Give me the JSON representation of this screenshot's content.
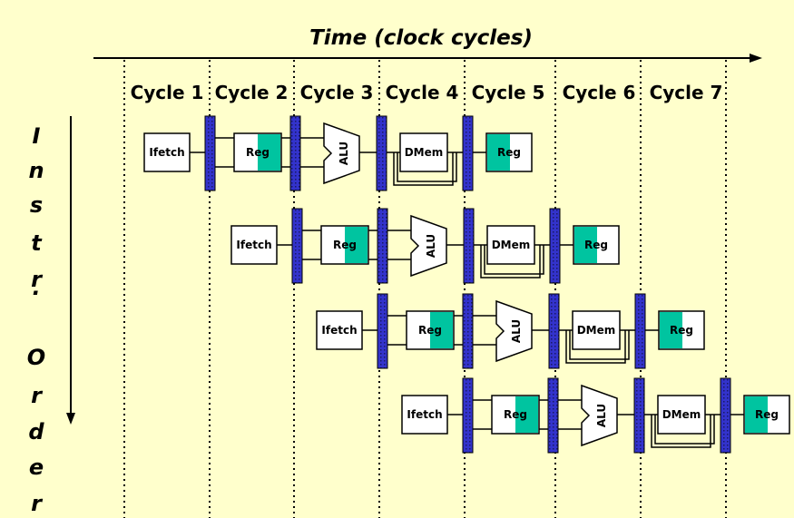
{
  "title": "Time (clock cycles)",
  "cycles": [
    "Cycle 1",
    "Cycle 2",
    "Cycle 3",
    "Cycle 4",
    "Cycle 5",
    "Cycle 6",
    "Cycle 7"
  ],
  "side_label": [
    "I",
    "n",
    "s",
    "t",
    "r",
    ".",
    "",
    "O",
    "r",
    "d",
    "e",
    "r"
  ],
  "stages": {
    "fetch": "Ifetch",
    "reg": "Reg",
    "alu": "ALU",
    "mem": "DMem",
    "wb": "Reg"
  },
  "instruction_count": 4,
  "colors": {
    "background": "#ffffcc",
    "latch": "#3333cc",
    "reg_fill": "#00c4a0"
  }
}
